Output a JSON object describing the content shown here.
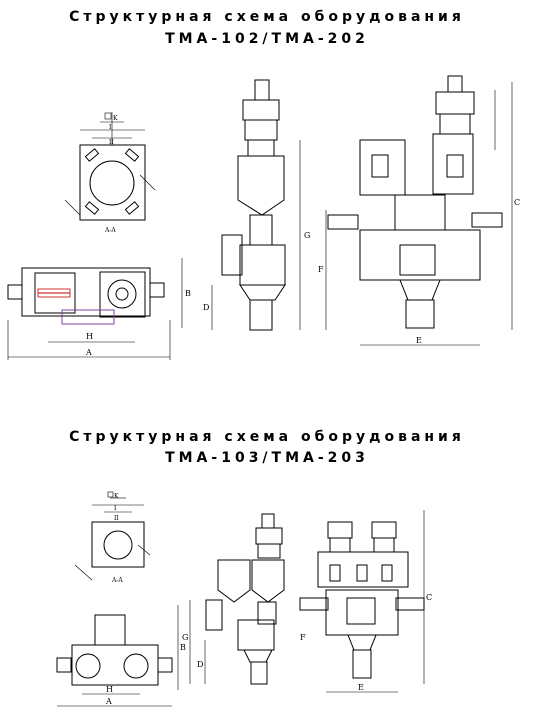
{
  "section1": {
    "title": "Структурная схема оборудования",
    "model": "TMA-102/TMA-202",
    "labels": {
      "K": "K",
      "I": "I",
      "II": "II",
      "AA": "A-A",
      "A": "A",
      "H": "H",
      "B": "B",
      "D": "D",
      "G": "G",
      "F": "F",
      "E": "E",
      "C": "C"
    }
  },
  "section2": {
    "title": "Структурная схема оборудования",
    "model": "TMA-103/TMA-203",
    "labels": {
      "K": "K",
      "I": "I",
      "II": "II",
      "AA": "A-A",
      "A": "A",
      "H": "H",
      "B": "B",
      "D": "D",
      "G": "G",
      "F": "F",
      "E": "E",
      "C": "C"
    }
  }
}
